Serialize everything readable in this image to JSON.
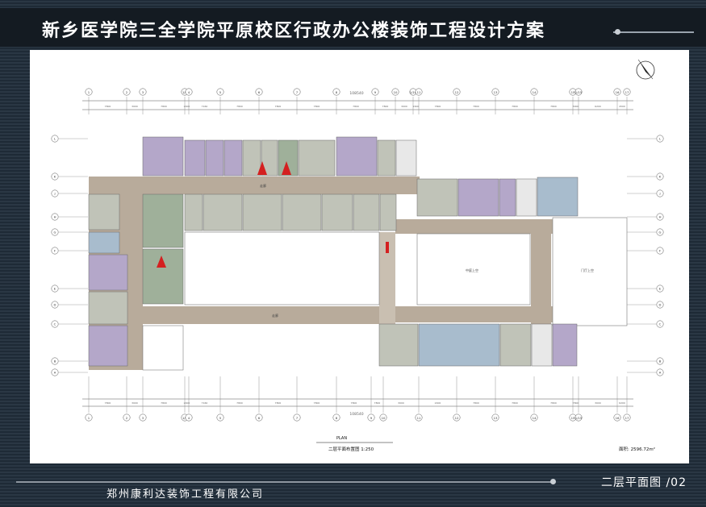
{
  "header": {
    "title": "新乡医学院三全学院平原校区行政办公楼装饰工程设计方案"
  },
  "footer": {
    "company": "郑州康利达装饰工程有限公司",
    "sheet_label": "二层平面图 /02"
  },
  "plan": {
    "caption_en": "PLAN",
    "caption_cn": "二层平面布置图 1:250",
    "area": "面积: 2596.72m²",
    "total_dim": "108540",
    "grid_cols_top": [
      "1",
      "2",
      "3",
      "1/4",
      "4",
      "5",
      "6",
      "7",
      "8",
      "9",
      "10",
      "1/10",
      "11",
      "12",
      "13",
      "14",
      "15",
      "1/15",
      "16",
      "17"
    ],
    "grid_cols_bottom": [
      "1",
      "2",
      "3",
      "1/4",
      "4",
      "5",
      "6",
      "7",
      "8",
      "9",
      "10",
      "11",
      "12",
      "13",
      "14",
      "15",
      "1/15",
      "16",
      "17"
    ],
    "spacings": [
      "7800",
      "3000",
      "7800",
      "2400",
      "7160",
      "7800",
      "7800",
      "7800",
      "7800",
      "7800",
      "3000",
      "2400",
      "7800",
      "7800",
      "7800",
      "7800",
      "3000",
      "6200",
      "4500",
      "3000"
    ],
    "grid_rows": [
      "L",
      "K",
      "J",
      "H",
      "G",
      "F",
      "E",
      "D",
      "C",
      "B",
      "A"
    ],
    "labels": {
      "corridor": "走廊",
      "lobby": "中庭上空",
      "hall": "门厅上空"
    }
  },
  "colors": {
    "background": "#1b2530",
    "room_gray": "#c0c3b8",
    "room_purple": "#b4a7c9",
    "room_green": "#9fb09a",
    "room_blue": "#a8bccd",
    "corridor": "#b8ab9b",
    "accent_red": "#d42020"
  }
}
